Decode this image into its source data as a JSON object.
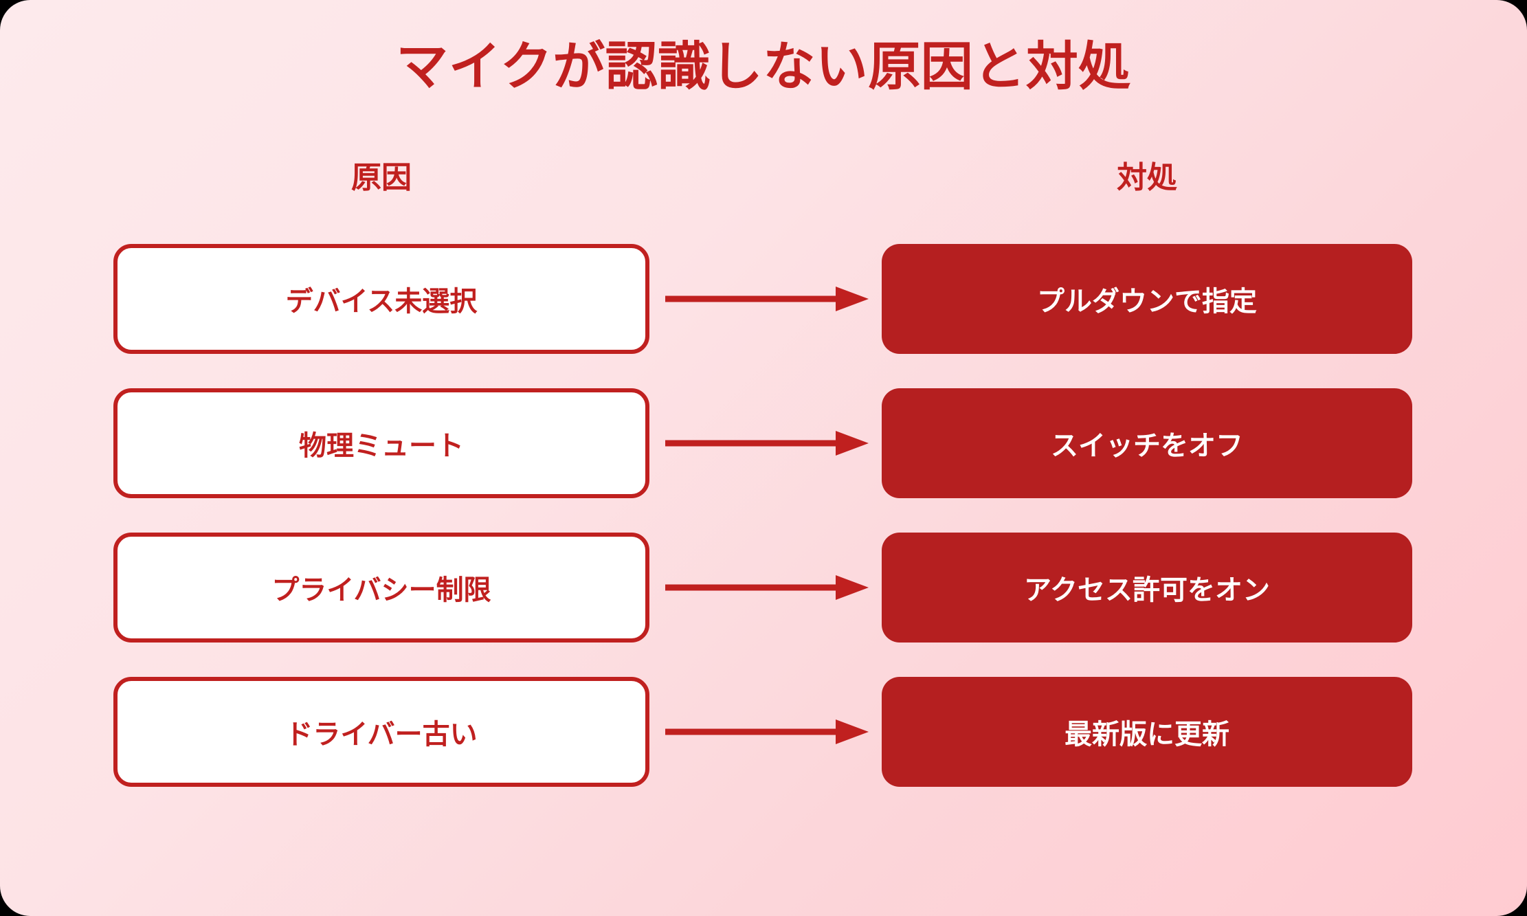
{
  "title": "マイクが認識しない原因と対処",
  "columns": {
    "left_header": "原因",
    "right_header": "対処"
  },
  "colors": {
    "accent_red": "#C0201F",
    "fill_red": "#B51F20",
    "box_white": "#FFFFFF",
    "background_light": "#FDEAEC",
    "background_deep": "#FFCBD1",
    "arrow": "#C0201F"
  },
  "rows": [
    {
      "cause": "デバイス未選択",
      "fix": "プルダウンで指定",
      "arrow": "arrow-right-icon"
    },
    {
      "cause": "物理ミュート",
      "fix": "スイッチをオフ",
      "arrow": "arrow-right-icon"
    },
    {
      "cause": "プライバシー制限",
      "fix": "アクセス許可をオン",
      "arrow": "arrow-right-icon"
    },
    {
      "cause": "ドライバー古い",
      "fix": "最新版に更新",
      "arrow": "arrow-right-icon"
    }
  ]
}
